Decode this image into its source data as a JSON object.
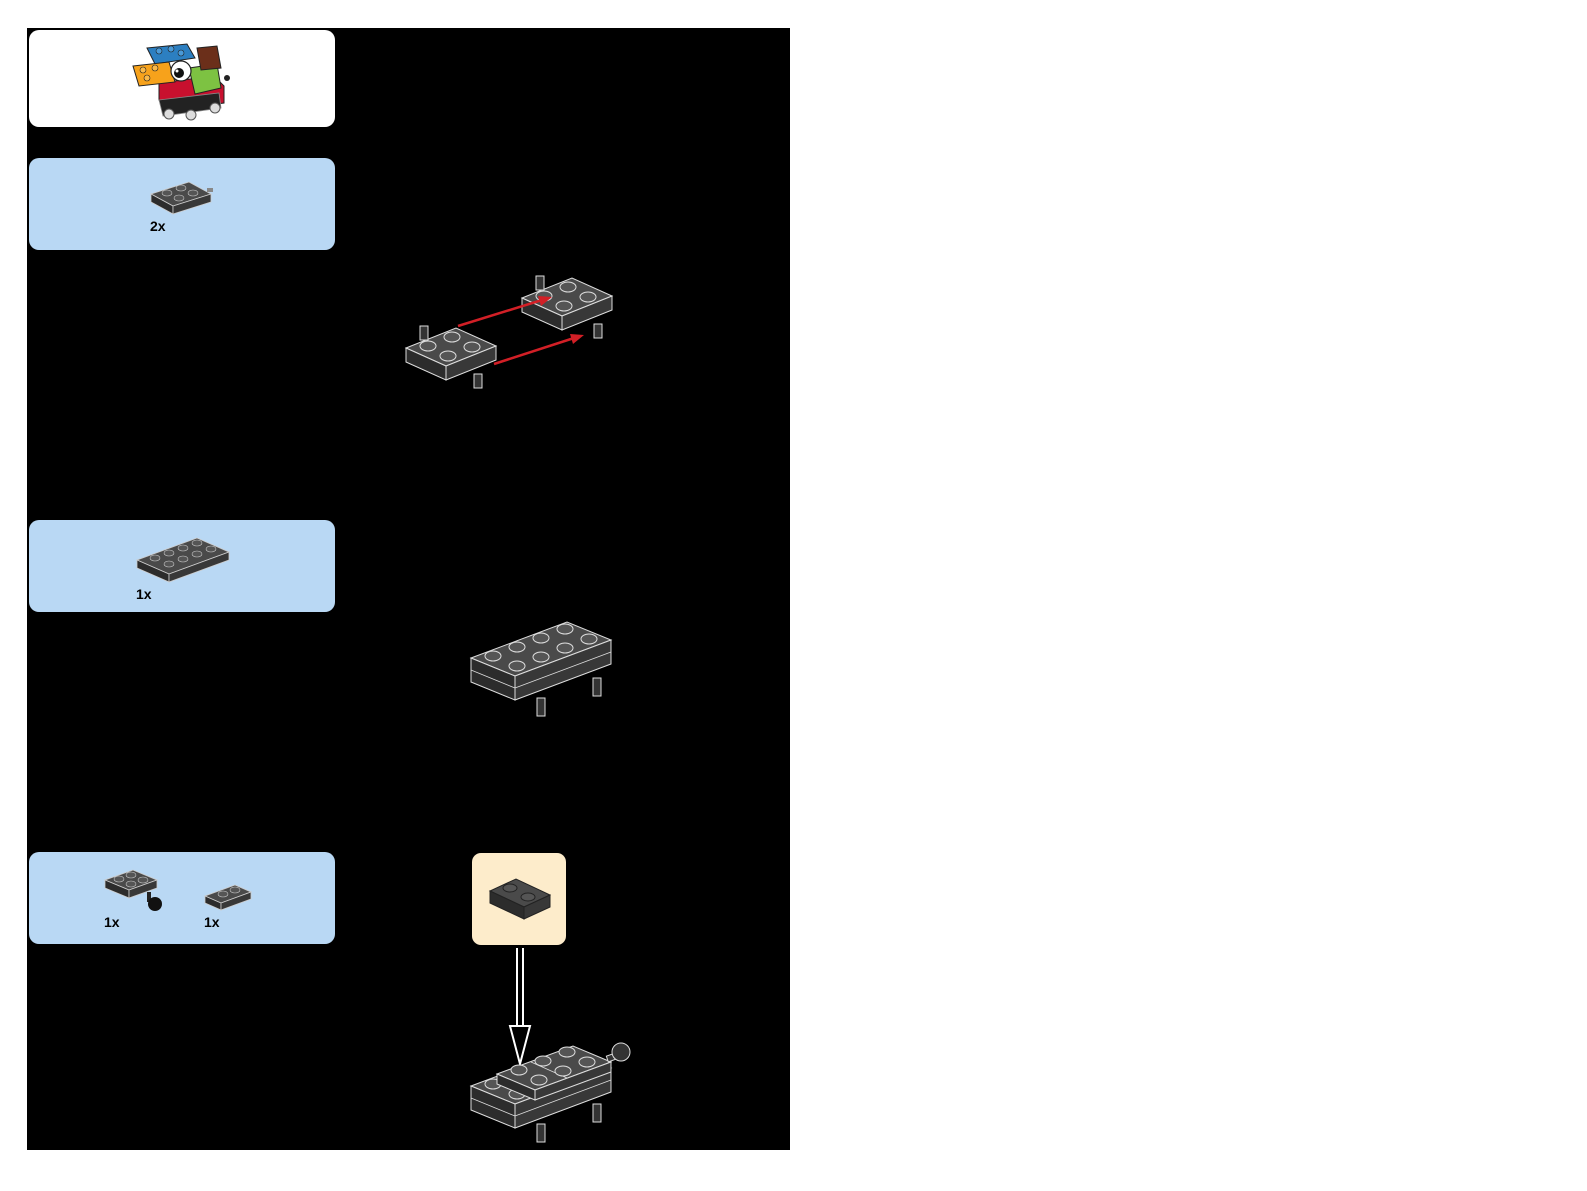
{
  "colors": {
    "page_bg": "#000000",
    "parts_panel": "#b9d8f4",
    "callout": "#fdeccb",
    "arrow": "#d21f26",
    "brick": "#3a3a3a",
    "outline": "#d0d0d0"
  },
  "steps": [
    {
      "parts": [
        {
          "icon": "wheel-holder-plate-2x2-icon",
          "qty": "2x"
        }
      ]
    },
    {
      "parts": [
        {
          "icon": "plate-2x4-icon",
          "qty": "1x"
        }
      ]
    },
    {
      "parts": [
        {
          "icon": "plate-2x2-ball-joint-icon",
          "qty": "1x"
        },
        {
          "icon": "plate-1x2-icon",
          "qty": "1x"
        }
      ]
    }
  ]
}
